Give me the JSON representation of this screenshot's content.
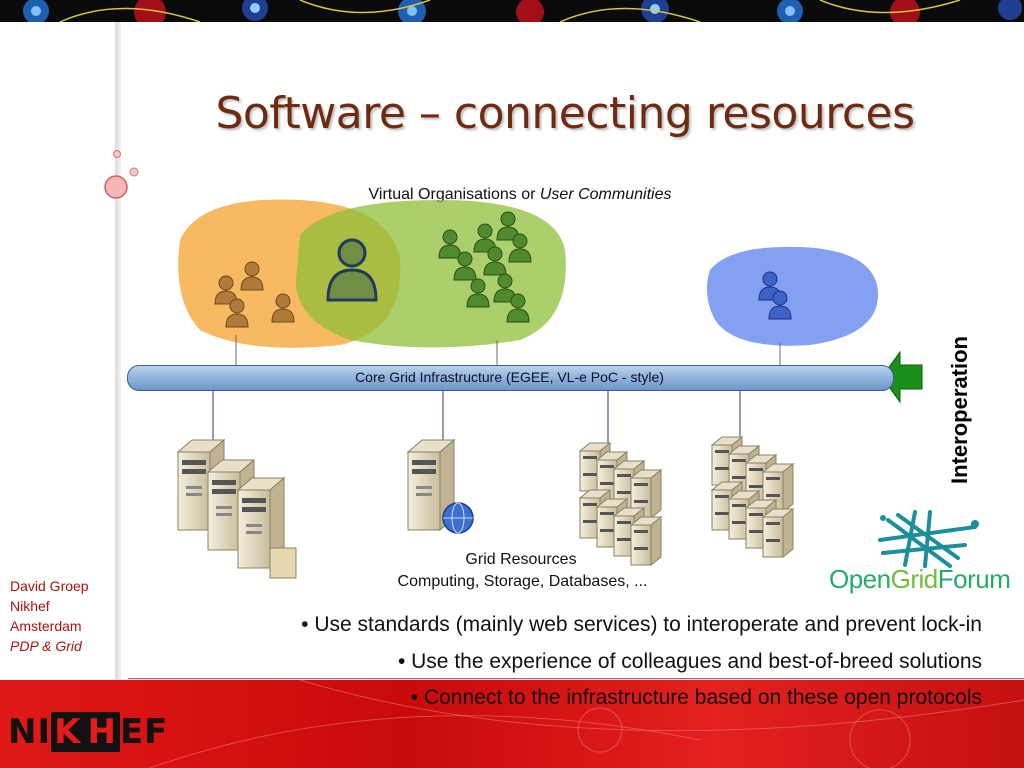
{
  "title": "Software – connecting resources",
  "diagram": {
    "vo_label_prefix": "Virtual Organisations or ",
    "vo_label_italic": "User Communities",
    "bus_label": "Core Grid Infrastructure (EGEE, VL-e PoC - style)",
    "interoperation": "Interoperation",
    "grid_resources_title": "Grid Resources",
    "grid_resources_sub": "Computing, Storage, Databases, ...",
    "colors": {
      "orange_blob": "#f6ad45",
      "green_blob": "#8fbf3a",
      "blue_blob": "#6f8ff0",
      "bus": "#8fb2dc",
      "arrow": "#1a8f1a",
      "title": "#6e2a12"
    }
  },
  "author": {
    "name": "David Groep",
    "org": "Nikhef",
    "city": "Amsterdam",
    "group": "PDP & Grid"
  },
  "bullets": [
    "• Use standards (mainly web services) to interoperate and prevent lock-in",
    "• Use the experience of colleagues and best-of-breed solutions",
    "• Connect to the infrastructure based on these open protocols"
  ],
  "ogf": {
    "open": "Open",
    "grid": "Grid",
    "forum": "Forum"
  },
  "logo": {
    "ni": "NI",
    "k": "K",
    "h": "H",
    "ef": "EF"
  }
}
